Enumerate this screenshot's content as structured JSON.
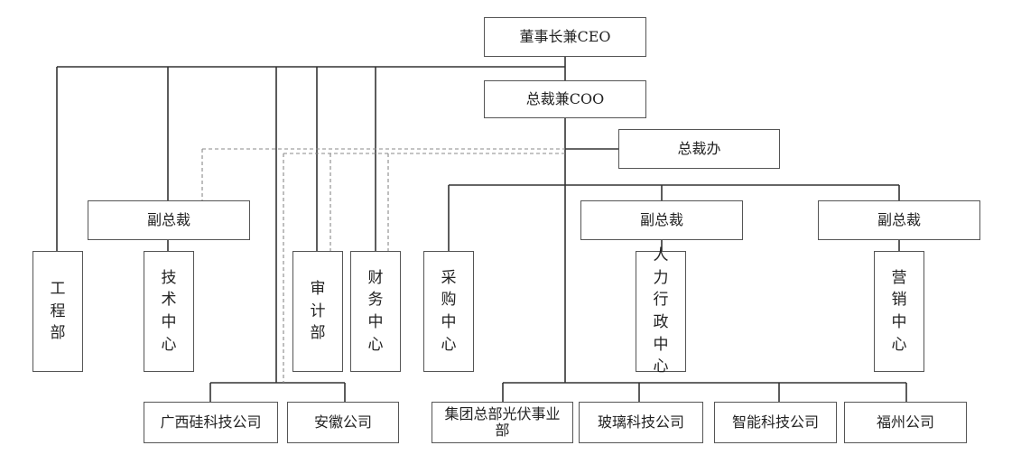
{
  "org": {
    "chairman": "董事长兼CEO",
    "president": "总裁兼COO",
    "president_office": "总裁办",
    "vp_left": "副总裁",
    "vp_middle": "副总裁",
    "vp_right": "副总裁",
    "engineering": "工程部",
    "tech_center": "技术中心",
    "audit": "审计部",
    "finance": "财务中心",
    "procurement": "采购中心",
    "hr_admin": "人力行政中心",
    "marketing": "营销中心",
    "guangxi": "广西硅科技公司",
    "anhui": "安徽公司",
    "group_pv": "集团总部光伏事业部",
    "glass": "玻璃科技公司",
    "smart": "智能科技公司",
    "fuzhou": "福州公司"
  }
}
